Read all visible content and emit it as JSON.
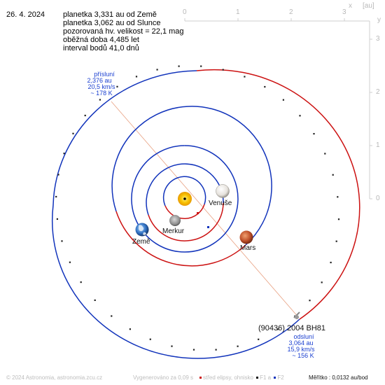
{
  "date": "26. 4. 2024",
  "info_lines": [
    "planetka 3,331 au od Země",
    "planetka 3,062 au od Slunce",
    "pozorovaná hv. velikost = 22,1 mag",
    "oběžná doba 4,485 let",
    "interval bodů 41,0 dnů"
  ],
  "axis": {
    "unit": "[au]",
    "x_letter": "x",
    "y_letter": "y",
    "x_ticks": [
      "0",
      "1",
      "2",
      "3"
    ],
    "y_ticks": [
      "3",
      "2",
      "1",
      "0"
    ]
  },
  "perihelion": {
    "title": "přísluní",
    "distance": "2,376 au",
    "speed": "20,5 km/s",
    "temp": "~ 178 K"
  },
  "aphelion": {
    "title": "odsluní",
    "distance": "3,064 au",
    "speed": "15,9 km/s",
    "temp": "~ 156 K"
  },
  "bodies": {
    "sun": "Sun",
    "venus": "Venuše",
    "mercury": "Merkur",
    "earth": "Země",
    "mars": "Mars",
    "asteroid": "(90436) 2004 BH81"
  },
  "footer": {
    "copyright": "© 2024 Astronomia, astronomia.zcu.cz",
    "generated": "Vygenerováno za 0,09 s",
    "legend_center": "střed elipsy, ohnisko",
    "legend_f1": "F1 a",
    "legend_f2": "F2",
    "scale": "Měřítko : 0,0132 au/bod"
  },
  "colors": {
    "above_ecliptic": "#cc1111",
    "below_ecliptic": "#1133bb",
    "apsis_line": "#e8a080",
    "sun": "#f7c000",
    "label_blue": "#1a3fd0"
  },
  "icons": [
    "sun-icon",
    "venus-icon",
    "mercury-icon",
    "earth-icon",
    "mars-icon",
    "asteroid-icon"
  ]
}
